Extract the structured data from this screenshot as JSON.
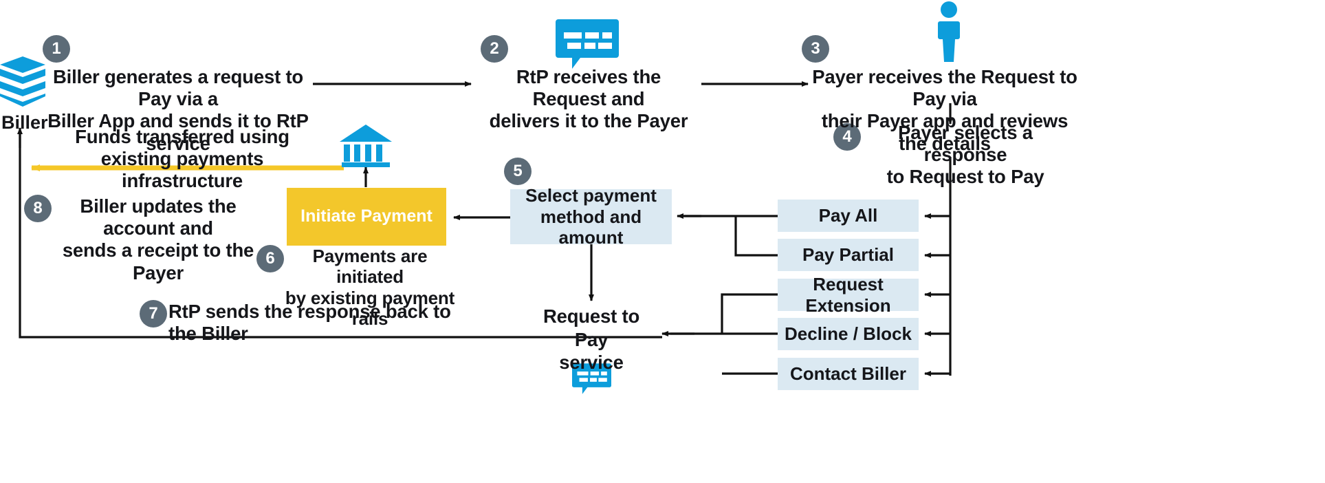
{
  "theme": {
    "accent_blue": "#0d9ddb",
    "box_blue": "#dbe9f2",
    "yellow": "#f3c72b",
    "yellow_arrow": "#f5c728",
    "step_circle": "#5c6b77",
    "line": "#111111",
    "text": "#15161a",
    "background": "#ffffff"
  },
  "actors": {
    "biller_label": "Biller"
  },
  "steps": [
    {
      "number": "1",
      "text": "Biller generates a request to Pay via a\nBiller App and sends it to RtP service"
    },
    {
      "number": "2",
      "text": "RtP receives the Request and\ndelivers it to the Payer"
    },
    {
      "number": "3",
      "text": "Payer receives the Request to Pay via\ntheir Payer app and reviews the details"
    },
    {
      "number": "4",
      "text": "Payer selects a response\nto Request to Pay"
    },
    {
      "number": "5",
      "text": ""
    },
    {
      "number": "6",
      "text": "Payments are initiated\nby existing payment rails"
    },
    {
      "number": "7",
      "text": "RtP sends the response back to the Biller"
    },
    {
      "number": "8",
      "text": "Biller updates the account and\nsends a receipt to the Payer"
    }
  ],
  "annotations": {
    "funds_transfer": "Funds transferred using\nexisting payments infrastructure"
  },
  "nodes": {
    "initiate_payment": "Initiate Payment",
    "select_payment": "Select payment\nmethod and amount",
    "rtp_service": "Request to\nPay\nservice"
  },
  "response_options": [
    {
      "label": "Pay All"
    },
    {
      "label": "Pay Partial"
    },
    {
      "label": "Request Extension"
    },
    {
      "label": "Decline / Block"
    },
    {
      "label": "Contact Biller"
    }
  ],
  "icons": {
    "biller": "biller-stack-icon",
    "rtp_message_top": "chat-bubble-icon",
    "payer_person": "person-icon",
    "bank": "bank-icon",
    "rtp_message_bottom": "chat-bubble-icon"
  }
}
